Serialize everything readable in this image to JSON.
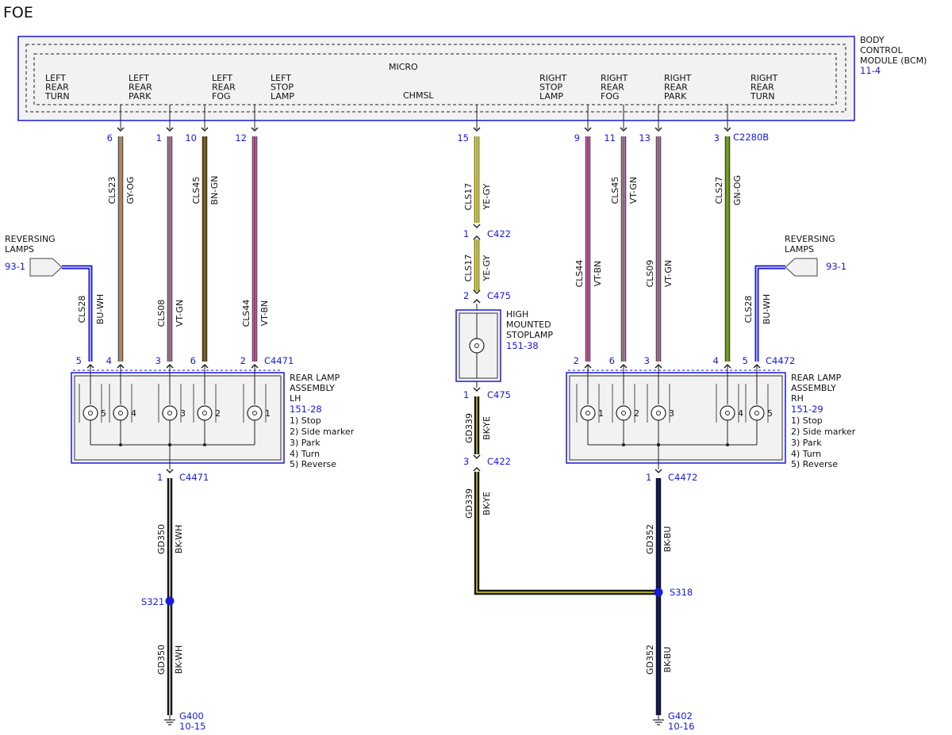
{
  "title": "FOE",
  "bcm": {
    "name_lines": [
      "BODY",
      "CONTROL",
      "MODULE (BCM)"
    ],
    "ref": "11-4",
    "micro": "MICRO",
    "chmsl": "CHMSL",
    "connector": "C2280B",
    "functions": [
      [
        "LEFT",
        "REAR",
        "TURN"
      ],
      [
        "LEFT",
        "REAR",
        "PARK"
      ],
      [
        "LEFT",
        "REAR",
        "FOG"
      ],
      [
        "LEFT",
        "STOP",
        "LAMP"
      ],
      [
        "RIGHT",
        "STOP",
        "LAMP"
      ],
      [
        "RIGHT",
        "REAR",
        "FOG"
      ],
      [
        "RIGHT",
        "REAR",
        "PARK"
      ],
      [
        "RIGHT",
        "REAR",
        "TURN"
      ]
    ]
  },
  "wires": [
    {
      "pin": "6",
      "circuit": "CLS23",
      "color": "GY-OG"
    },
    {
      "pin": "1",
      "circuit": "CLS08",
      "color": "VT-GN"
    },
    {
      "pin": "10",
      "circuit": "CLS45",
      "color": "BN-GN"
    },
    {
      "pin": "12",
      "circuit": "CLS44",
      "color": "VT-BN"
    },
    {
      "pin": "15",
      "circuit": "CLS17",
      "color": "YE-GY"
    },
    {
      "pin": "9",
      "circuit": "CLS44",
      "color": "VT-BN"
    },
    {
      "pin": "11",
      "circuit": "CLS45",
      "color": "VT-GN"
    },
    {
      "pin": "13",
      "circuit": "CLS09",
      "color": "VT-GN"
    },
    {
      "pin": "3",
      "circuit": "CLS27",
      "color": "GN-OG"
    }
  ],
  "left_wire_labels": [
    {
      "circuit": "CLS23",
      "color": "GY-OG"
    },
    {
      "circuit": "CLS45",
      "color": "BN-GN"
    },
    {
      "circuit": "CLS08",
      "color": "VT-GN"
    },
    {
      "circuit": "CLS44",
      "color": "VT-BN"
    }
  ],
  "reversing": {
    "label_lines": [
      "REVERSING",
      "LAMPS"
    ],
    "ref": "93-1",
    "circuit": "CLS28",
    "color": "BU-WH"
  },
  "rear_lamp_lh": {
    "name_lines": [
      "REAR LAMP",
      "ASSEMBLY",
      "LH"
    ],
    "ref": "151-28",
    "connector": "C4471",
    "pins": [
      "5",
      "4",
      "3",
      "6",
      "2"
    ],
    "bulb_labels": [
      "5",
      "4",
      "3",
      "2",
      "1"
    ],
    "legend": [
      "1) Stop",
      "2) Side marker",
      "3) Park",
      "4) Turn",
      "5) Reverse"
    ],
    "ground_pin": "1",
    "ground_connector": "C4471"
  },
  "rear_lamp_rh": {
    "name_lines": [
      "REAR LAMP",
      "ASSEMBLY",
      "RH"
    ],
    "ref": "151-29",
    "connector": "C4472",
    "pins": [
      "2",
      "6",
      "3",
      "4",
      "5"
    ],
    "bulb_labels": [
      "1",
      "2",
      "3",
      "4",
      "5"
    ],
    "legend": [
      "1) Stop",
      "2) Side marker",
      "3) Park",
      "4) Turn",
      "5) Reverse"
    ],
    "ground_pin": "1",
    "ground_connector": "C4472"
  },
  "chmsl_path": {
    "c422_top_pin": "1",
    "c422": "C422",
    "c475_top_pin": "2",
    "c475": "C475",
    "lamp_lines": [
      "HIGH",
      "MOUNTED",
      "STOPLAMP"
    ],
    "lamp_ref": "151-38",
    "c475_bottom_pin": "1",
    "c422_bottom_pin": "3",
    "ground_circuit": "GD339",
    "ground_color": "BK-YE"
  },
  "grounds": {
    "left_circuit": "GD350",
    "left_color": "BK-WH",
    "left_splice": "S321",
    "left_ground": "G400",
    "left_ref": "10-15",
    "right_circuit": "GD352",
    "right_color": "BK-BU",
    "right_splice": "S318",
    "right_ground": "G402",
    "right_ref": "10-16"
  }
}
